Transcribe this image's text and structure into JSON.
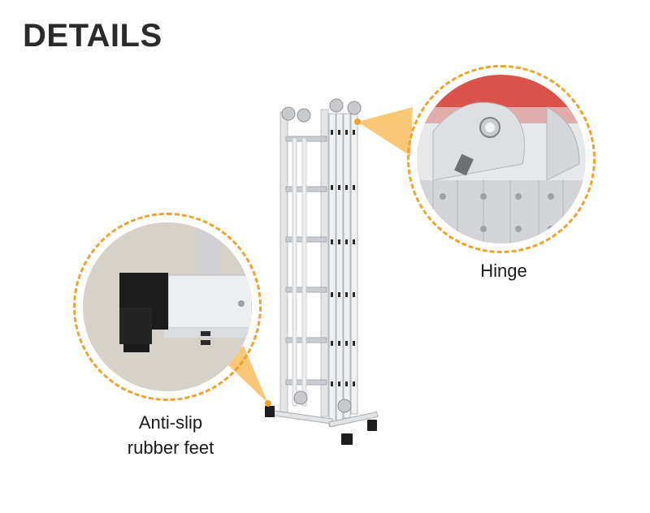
{
  "page": {
    "title": "DETAILS"
  },
  "callouts": [
    {
      "id": "hinge",
      "label": "Hinge"
    },
    {
      "id": "feet",
      "label_line1": "Anti-slip",
      "label_line2": "rubber feet"
    }
  ],
  "colors": {
    "accent": "#f0a22a",
    "title_text": "#2b2b2b",
    "aluminum": "#d9dbdd",
    "rubber": "#1e1e1e",
    "hinge_bg_red": "#d9534a"
  }
}
